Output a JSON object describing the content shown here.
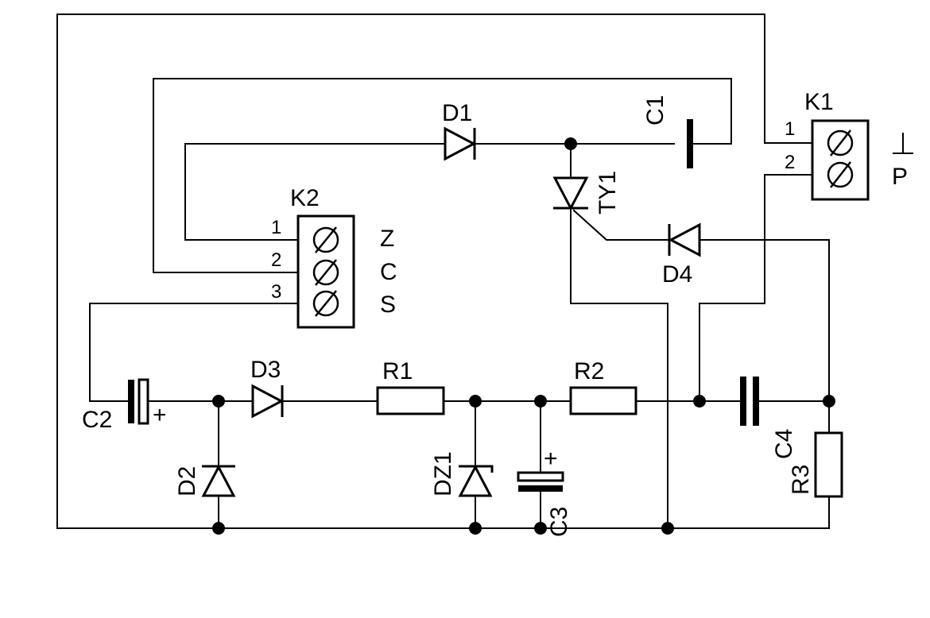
{
  "components": {
    "d1": "D1",
    "d2": "D2",
    "d3": "D3",
    "d4": "D4",
    "dz1": "DZ1",
    "c1": "C1",
    "c2": "C2",
    "c3": "C3",
    "c4": "C4",
    "r1": "R1",
    "r2": "R2",
    "r3": "R3",
    "ty1": "TY1",
    "k1": "K1",
    "k2": "K2"
  },
  "k1_pins": [
    "1",
    "2"
  ],
  "k2_pins": [
    "1",
    "2",
    "3"
  ],
  "k2_signals": [
    "Z",
    "C",
    "S"
  ],
  "polarity_plus": "+",
  "ground_label": "P"
}
